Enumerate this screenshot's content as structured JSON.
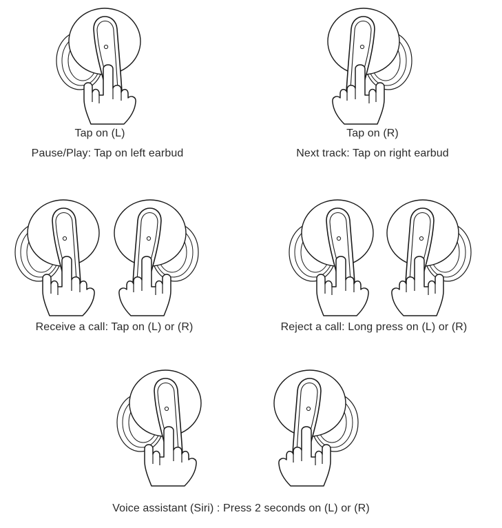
{
  "sections": {
    "tap_left": {
      "label": "Tap on (L)",
      "description": "Pause/Play: Tap on left  earbud"
    },
    "tap_right": {
      "label": "Tap on (R)",
      "description": "Next track: Tap on right earbud"
    },
    "receive_call": {
      "description": "Receive a call: Tap on  (L) or (R)"
    },
    "reject_call": {
      "description": "Reject a call: Long press on (L) or (R)"
    },
    "voice_assistant": {
      "description": "Voice assistant (Siri) : Press 2 seconds on (L) or (R)"
    }
  },
  "icons": [
    "left-earbud-tap-icon",
    "right-earbud-tap-icon"
  ],
  "colors": {
    "line": "#1a1a1a",
    "background": "#ffffff"
  }
}
